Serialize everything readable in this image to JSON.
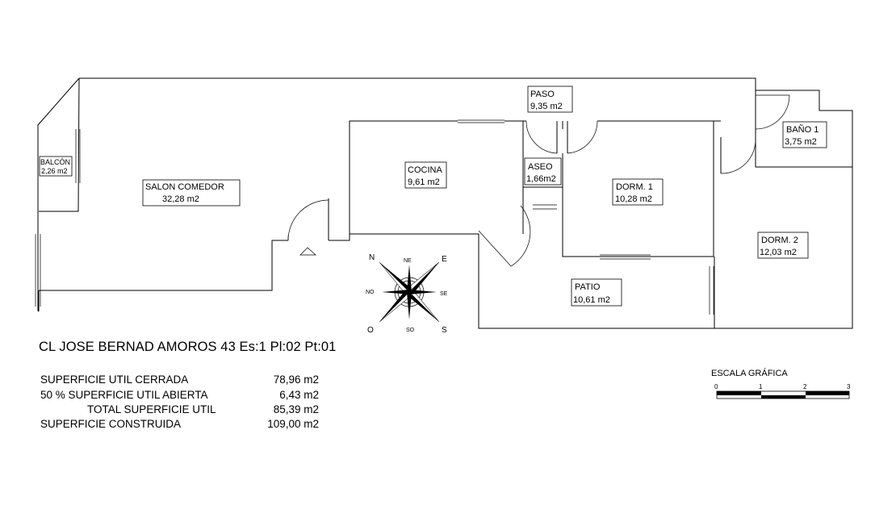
{
  "rooms": {
    "salon": {
      "name": "SALON COMEDOR",
      "area": "32,28 m2"
    },
    "balcon": {
      "name": "BALCÓN",
      "area": "2,26 m2"
    },
    "cocina": {
      "name": "COCINA",
      "area": "9,61 m2"
    },
    "paso": {
      "name": "PASO",
      "area": "9,35 m2"
    },
    "aseo": {
      "name": "ASEO",
      "area": "1,66m2"
    },
    "dorm1": {
      "name": "DORM. 1",
      "area": "10,28 m2"
    },
    "bano1": {
      "name": "BAÑO 1",
      "area": "3,75 m2"
    },
    "dorm2": {
      "name": "DORM. 2",
      "area": "12,03 m2"
    },
    "patio": {
      "name": "PATIO",
      "area": "10,61 m2"
    }
  },
  "compass": {
    "labels": [
      "N",
      "NE",
      "E",
      "SE",
      "S",
      "SO",
      "O",
      "NO"
    ]
  },
  "address": "CL JOSE BERNAD AMOROS 43 Es:1 Pl:02 Pt:01",
  "summary": [
    {
      "label": "SUPERFICIE UTIL CERRADA",
      "value": "78,96 m2"
    },
    {
      "label": "50 % SUPERFICIE UTIL ABIERTA",
      "value": "6,43 m2"
    },
    {
      "label": "TOTAL SUPERFICIE UTIL",
      "value": "85,39 m2"
    },
    {
      "label": "SUPERFICIE CONSTRUIDA",
      "value": "109,00 m2"
    }
  ],
  "scale": {
    "title": "ESCALA GRÁFICA",
    "ticks": [
      "0",
      "1",
      "2",
      "3"
    ]
  }
}
